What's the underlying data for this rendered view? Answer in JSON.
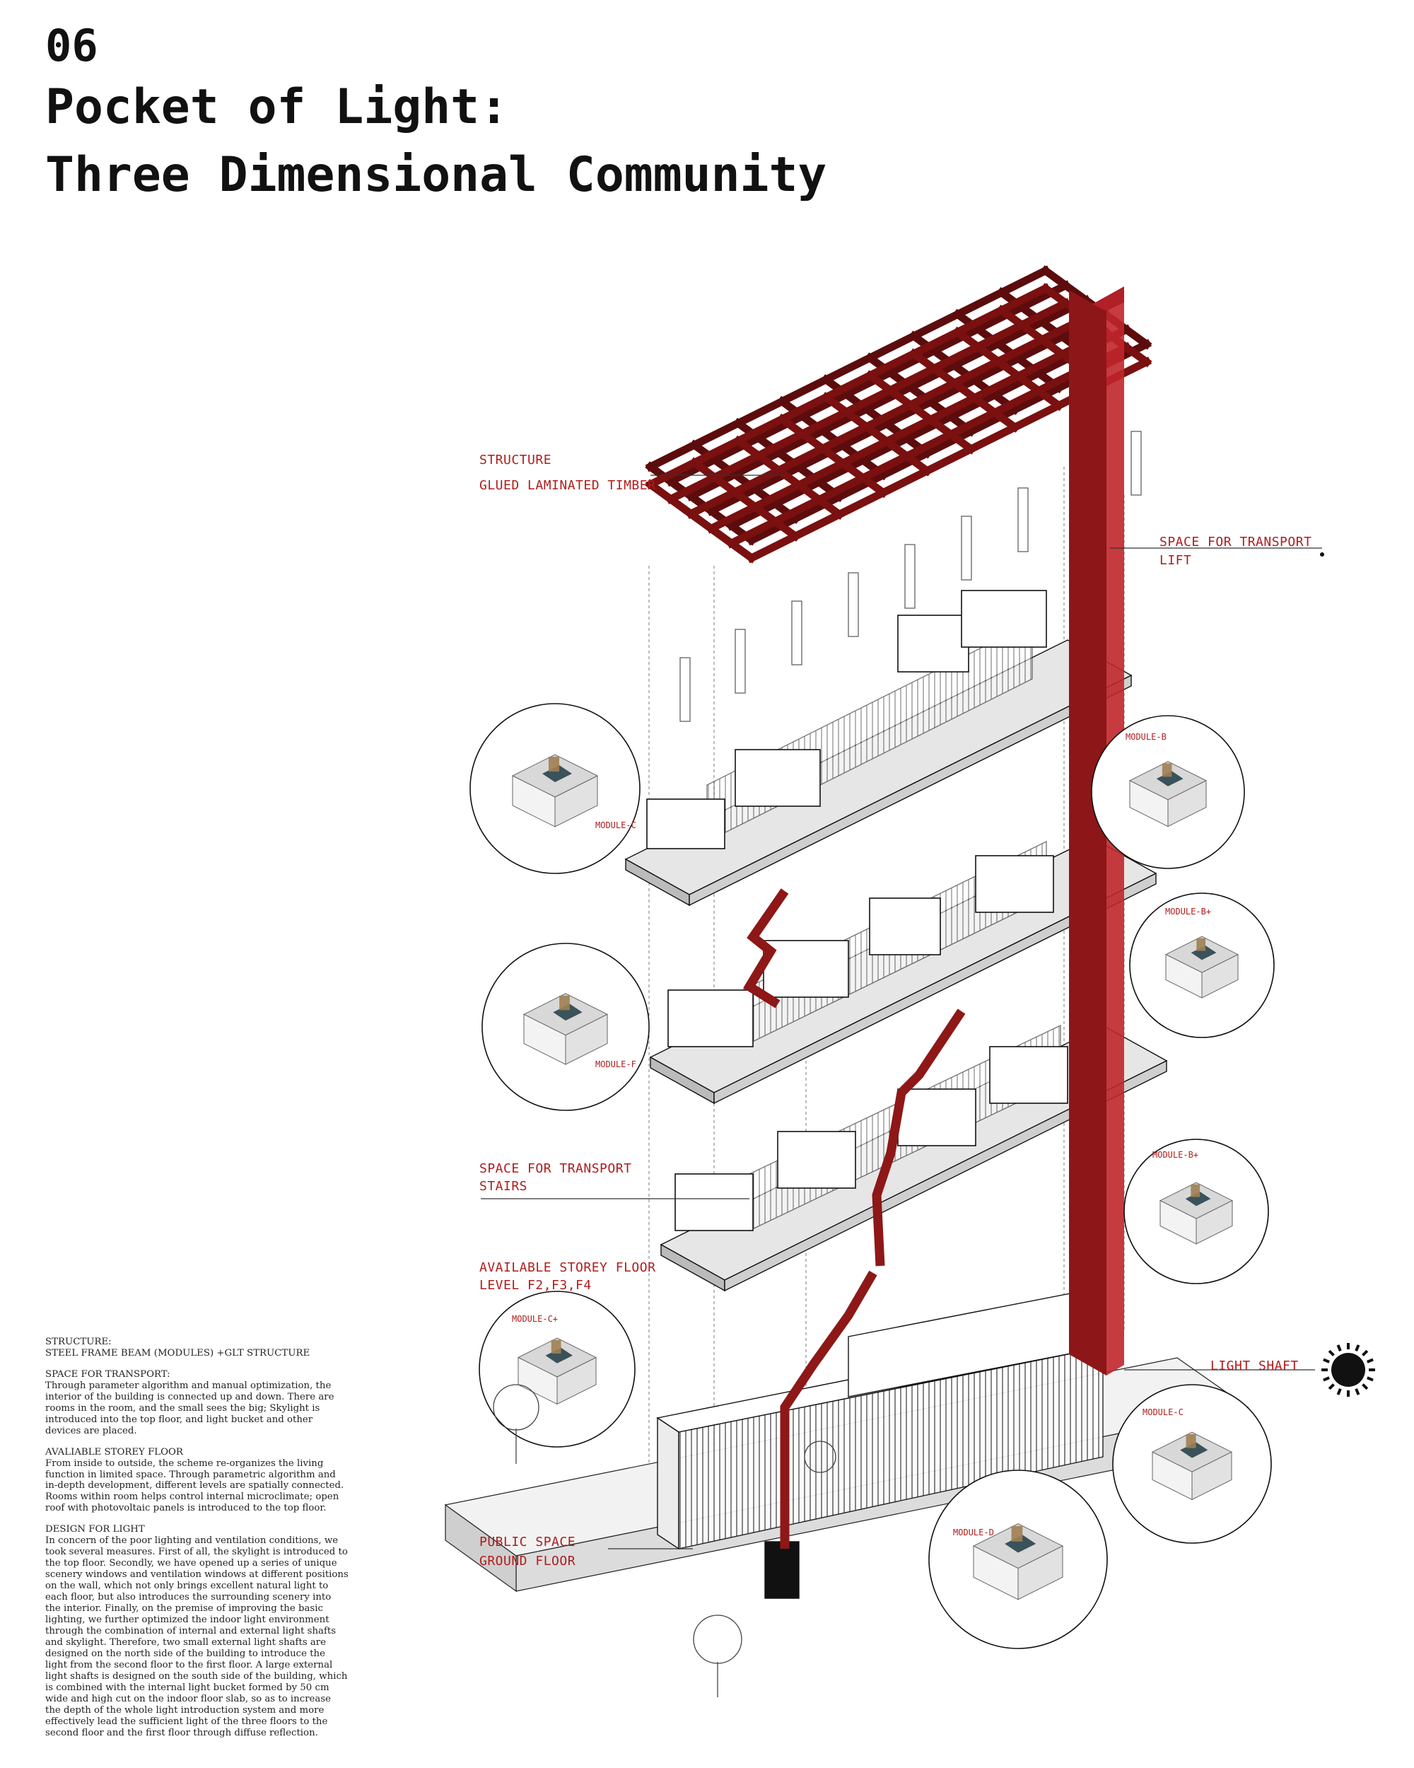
{
  "header": {
    "number": "06",
    "title_line1": "Pocket of Light:",
    "title_line2": "Three Dimensional Community"
  },
  "labels": {
    "structure": "STRUCTURE",
    "glt": "GLUED LAMINATED TIMBER",
    "transport_lift_1": "SPACE FOR TRANSPORT",
    "transport_lift_2": "LIFT",
    "transport_stairs_1": "SPACE FOR TRANSPORT",
    "transport_stairs_2": "STAIRS",
    "storey_1": "AVAILABLE STOREY FLOOR",
    "storey_2": "LEVEL F2,F3,F4",
    "light_shaft": "LIGHT SHAFT",
    "public_1": "PUBLIC SPACE",
    "public_2": "GROUND FLOOR"
  },
  "modules": [
    "MODULE-C",
    "MODULE-B",
    "MODULE-F",
    "MODULE-B+",
    "MODULE-B+",
    "MODULE-C+",
    "MODULE-C",
    "MODULE-D"
  ],
  "description": {
    "structure_h": "STRUCTURE:",
    "structure_t": "STEEL FRAME BEAM (MODULES) +GLT STRUCTURE",
    "transport_h": "SPACE FOR TRANSPORT:",
    "transport_t": "Through parameter algorithm and manual optimization, the interior of the building is connected up and down. There are rooms in the room, and the small sees the big; Skylight is introduced into the top floor, and light bucket and other devices are placed.",
    "storey_h": "AVALIABLE STOREY FLOOR",
    "storey_t": "From inside to outside, the scheme re-organizes the living function in limited space. Through parametric algorithm and in-depth development, different levels are spatially connected. Rooms within room helps control internal microclimate; open roof with photovoltaic panels is introduced to the top floor.",
    "light_h": "DESIGN FOR LIGHT",
    "light_t": "In concern of the poor lighting and ventilation conditions, we took several measures. First of all, the skylight is introduced to the top floor. Secondly, we have opened up a series of unique scenery windows and ventilation windows at different positions on the wall, which not only brings excellent natural light to each floor, but also introduces the surrounding scenery into the interior. Finally, on the premise of improving the basic lighting, we further optimized the indoor light environment through the combination of internal and external light shafts and skylight. Therefore, two small external light shafts are designed on the north side of the building to introduce the light from the second floor to the first floor. A large external light shafts is designed on the south side of the building, which is combined with the internal light bucket formed by 50 cm wide and high cut on the indoor floor slab, so as to increase the depth of the whole light introduction system and more effectively lead the sufficient light of the three floors to the second floor and the first floor through diffuse reflection."
  },
  "colors": {
    "accent": "#b01c1c",
    "timber": "#7a1010",
    "lift": "#c0262b",
    "ink": "#111111",
    "slab": "#e6e6e6"
  }
}
